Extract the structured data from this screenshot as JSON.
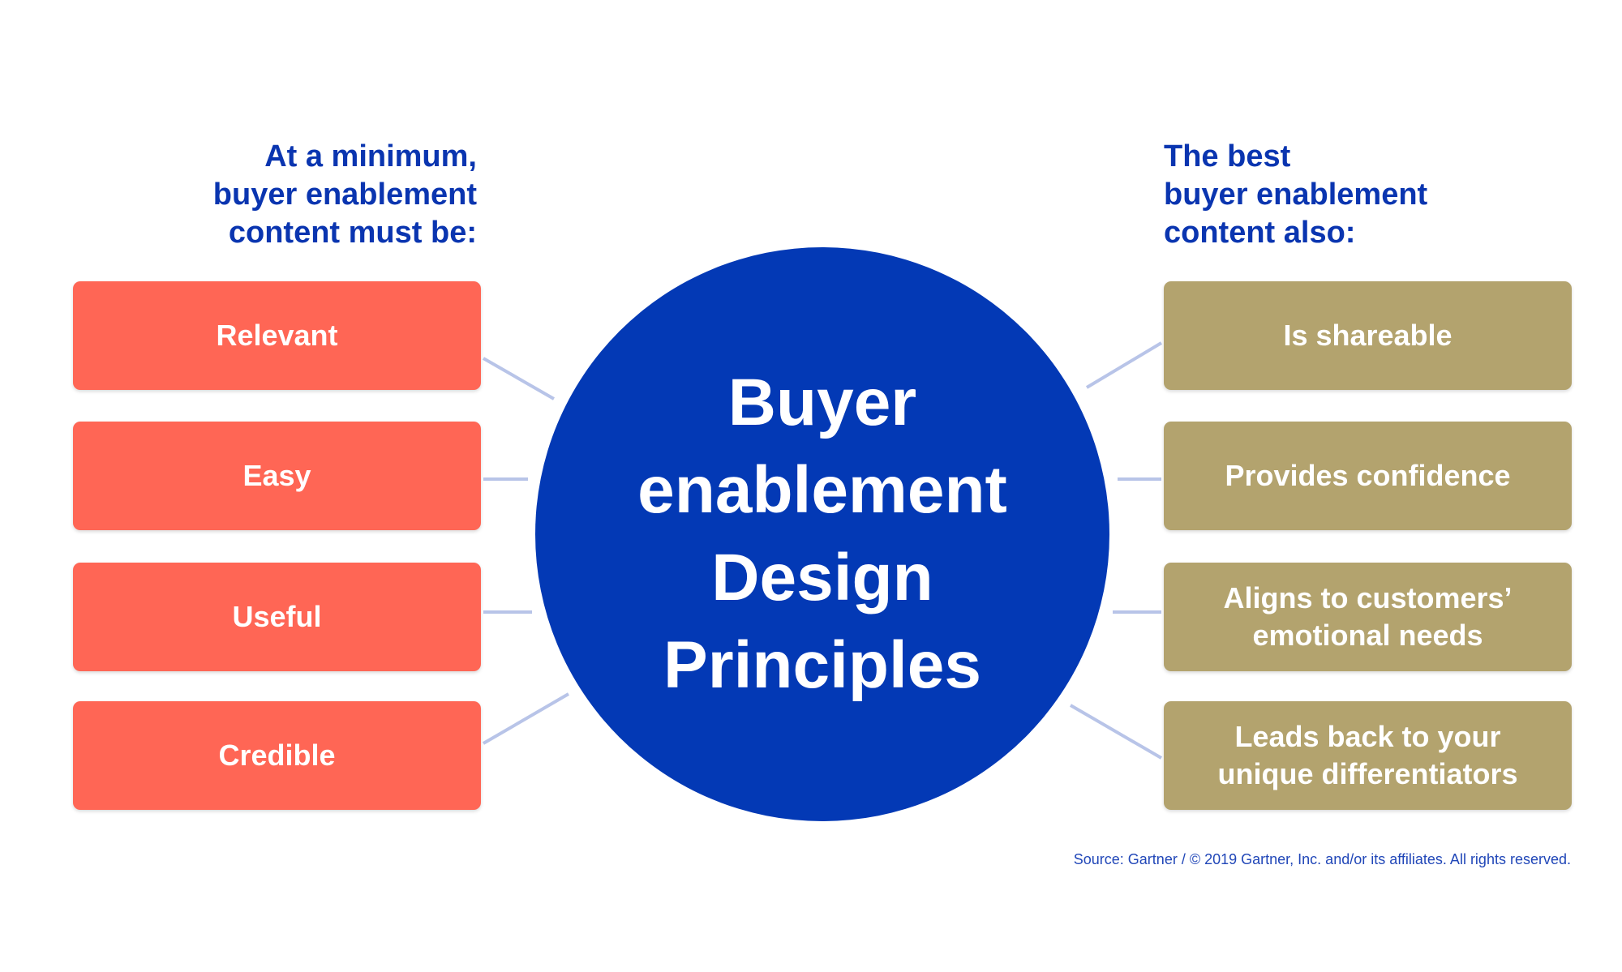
{
  "left_heading": [
    "At a minimum,",
    "buyer enablement",
    "content must be:"
  ],
  "right_heading": [
    "The best",
    "buyer enablement",
    "content also:"
  ],
  "center_title": [
    "Buyer",
    "enablement",
    "Design",
    "Principles"
  ],
  "left_items": [
    "Relevant",
    "Easy",
    "Useful",
    "Credible"
  ],
  "right_items": [
    [
      "Is shareable"
    ],
    [
      "Provides confidence"
    ],
    [
      "Aligns to customers’",
      "emotional needs"
    ],
    [
      "Leads back to your",
      "unique differentiators"
    ]
  ],
  "source": "Source: Gartner / © 2019 Gartner, Inc. and/or its affiliates. All rights reserved.",
  "colors": {
    "blue": "#0339b5",
    "coral": "#ff6655",
    "gold": "#b3a36e",
    "connector": "#b8c4e8"
  }
}
